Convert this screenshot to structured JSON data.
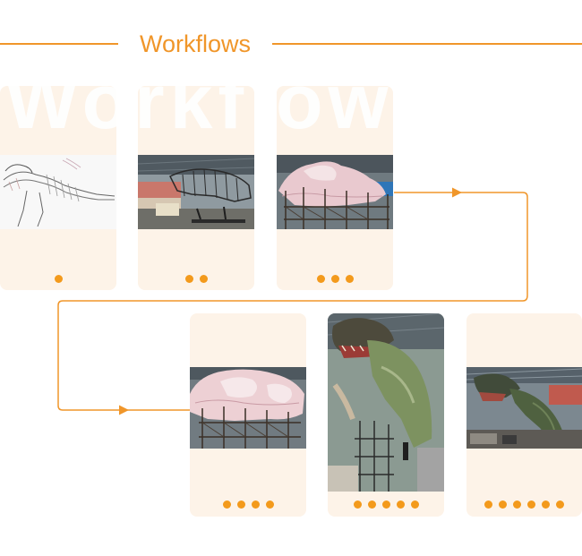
{
  "header": {
    "title": "Workflows",
    "watermark": "Workflows"
  },
  "colors": {
    "accent": "#f0962a",
    "dot": "#f39a1c",
    "card_background": "#fdf3e8"
  },
  "steps": [
    {
      "step": 1,
      "image": "pencil sketch of a tyrannosaurus"
    },
    {
      "step": 2,
      "image": "welded steel frame of the dinosaur in the workshop"
    },
    {
      "step": 3,
      "image": "foam body carved over the steel frame on scaffolding"
    },
    {
      "step": 4,
      "image": "carved foam dinosaur head on scaffolding"
    },
    {
      "step": 5,
      "image": "painted tyrannosaurus standing in the factory"
    },
    {
      "step": 6,
      "image": "finished animatronic dinosaur in the workshop"
    }
  ]
}
